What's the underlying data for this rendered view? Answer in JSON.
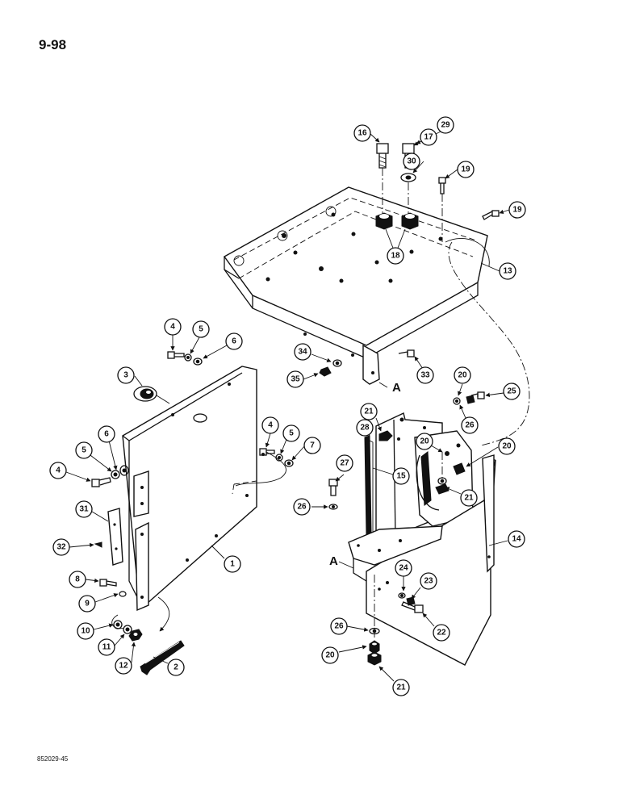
{
  "header": {
    "page_number": "9-98"
  },
  "footer": {
    "document_code": "852029-45"
  },
  "view_marker": "A",
  "callouts": [
    "1",
    "2",
    "3",
    "4",
    "5",
    "6",
    "7",
    "8",
    "9",
    "10",
    "11",
    "12",
    "13",
    "14",
    "15",
    "16",
    "17",
    "18",
    "19",
    "20",
    "21",
    "22",
    "23",
    "24",
    "25",
    "26",
    "27",
    "28",
    "29",
    "30",
    "31",
    "32",
    "33",
    "34",
    "35"
  ]
}
